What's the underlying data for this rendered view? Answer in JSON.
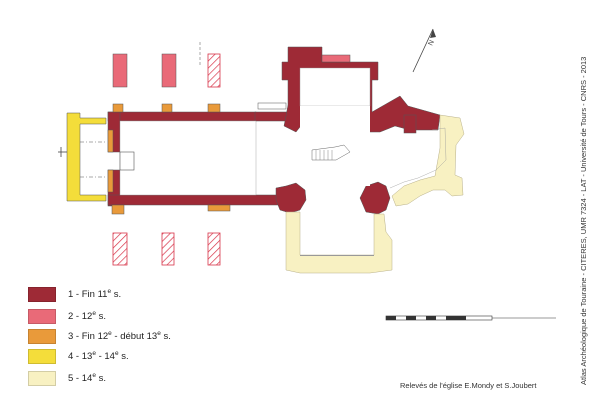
{
  "colors": {
    "period1": "#9e2a36",
    "period2": "#e96a78",
    "period3": "#e99a3a",
    "period4": "#f4dd3a",
    "period5": "#f8f1c2",
    "outline": "#555555",
    "hatch": "#d8354a"
  },
  "legend": {
    "items": [
      {
        "num": "1 - ",
        "text_a": "Fin 11",
        "sup_a": "e",
        "text_b": " s.",
        "sup_b": "",
        "text_c": "",
        "color": "#9e2a36"
      },
      {
        "num": "2 - ",
        "text_a": "12",
        "sup_a": "e",
        "text_b": " s.",
        "sup_b": "",
        "text_c": "",
        "color": "#e96a78"
      },
      {
        "num": "3 - ",
        "text_a": "Fin 12",
        "sup_a": "e",
        "text_b": " - début 13",
        "sup_b": "e",
        "text_c": " s.",
        "color": "#e99a3a"
      },
      {
        "num": "4 - ",
        "text_a": "13",
        "sup_a": "e",
        "text_b": " - 14",
        "sup_b": "e",
        "text_c": " s.",
        "color": "#f4dd3a"
      },
      {
        "num": "5 - ",
        "text_a": "14",
        "sup_a": "e",
        "text_b": " s.",
        "sup_b": "",
        "text_c": "",
        "color": "#f8f1c2"
      }
    ]
  },
  "credits": {
    "releves": "Relevés de l'église E.Mondy et S.Joubert",
    "atlas": "Atlas Archéologique de Touraine - CITERES, UMR 7324 - LAT - Université de Tours - CNRS - 2013"
  },
  "icons": {
    "north_arrow": "north-arrow-icon",
    "scale_bar": "scale-bar-icon"
  }
}
